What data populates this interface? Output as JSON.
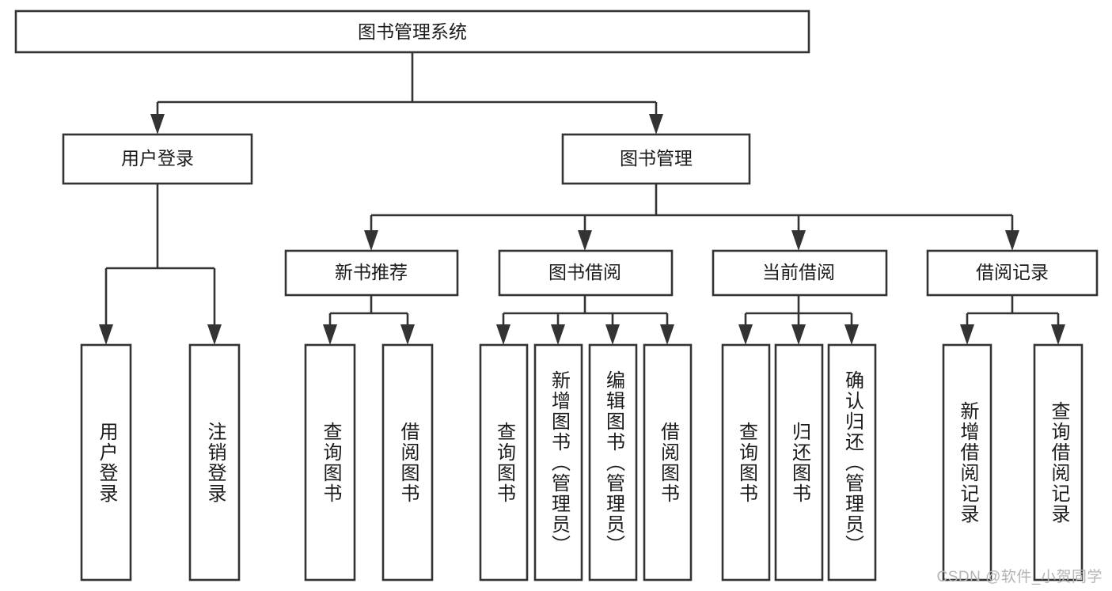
{
  "diagram": {
    "title": "图书管理系统",
    "type": "tree-hierarchy",
    "watermark": "CSDN @软件_小贺同学",
    "colors": {
      "stroke": "#333333",
      "fill": "#ffffff",
      "text": "#1b1b1b",
      "watermark": "#b4b4b4"
    },
    "root": {
      "label": "图书管理系统"
    },
    "level2": [
      {
        "label": "用户登录"
      },
      {
        "label": "图书管理"
      }
    ],
    "level3": [
      {
        "label": "新书推荐"
      },
      {
        "label": "图书借阅"
      },
      {
        "label": "当前借阅"
      },
      {
        "label": "借阅记录"
      }
    ],
    "leaves": {
      "user_login": [
        {
          "label": "用户登录"
        },
        {
          "label": "注销登录"
        }
      ],
      "new_book_recommend": [
        {
          "label": "查询图书"
        },
        {
          "label": "借阅图书"
        }
      ],
      "book_borrow": [
        {
          "label": "查询图书"
        },
        {
          "label": "新增图书（管理员）"
        },
        {
          "label": "编辑图书（管理员）"
        },
        {
          "label": "借阅图书"
        }
      ],
      "current_borrow": [
        {
          "label": "查询图书"
        },
        {
          "label": "归还图书"
        },
        {
          "label": "确认归还（管理员）"
        }
      ],
      "borrow_record": [
        {
          "label": "新增借阅记录"
        },
        {
          "label": "查询借阅记录"
        }
      ]
    }
  }
}
